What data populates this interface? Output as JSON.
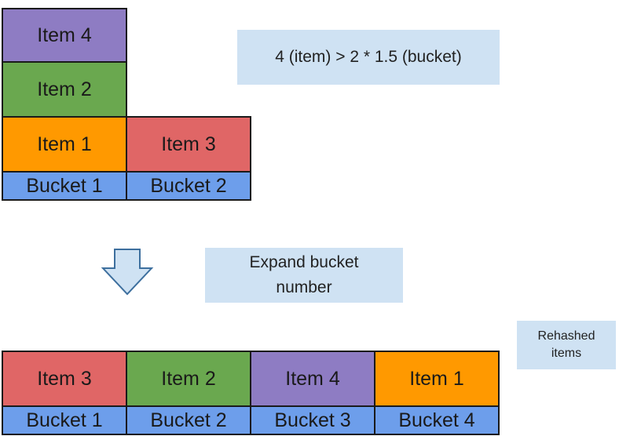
{
  "colors": {
    "purple": "#8e7cc3",
    "green": "#6aa84f",
    "orange": "#ff9900",
    "red": "#e06666",
    "blue": "#6d9eeb",
    "note_bg": "#cfe2f3",
    "arrow_fill": "#cfe2f3",
    "arrow_stroke": "#3d6f9e"
  },
  "before": {
    "buckets": [
      {
        "label": "Bucket 1",
        "items": [
          "Item 1",
          "Item 2",
          "Item 4"
        ]
      },
      {
        "label": "Bucket 2",
        "items": [
          "Item 3"
        ]
      }
    ]
  },
  "formula_note": "4 (item) > 2 * 1.5 (bucket)",
  "arrow_icon": "down-arrow-icon",
  "expand_note": {
    "line1": "Expand bucket",
    "line2": "number"
  },
  "rehashed_note": {
    "line1": "Rehashed",
    "line2": "items"
  },
  "after": {
    "buckets": [
      {
        "label": "Bucket 1",
        "items": [
          "Item 3"
        ]
      },
      {
        "label": "Bucket 2",
        "items": [
          "Item 2"
        ]
      },
      {
        "label": "Bucket 3",
        "items": [
          "Item 4"
        ]
      },
      {
        "label": "Bucket 4",
        "items": [
          "Item 1"
        ]
      }
    ]
  }
}
